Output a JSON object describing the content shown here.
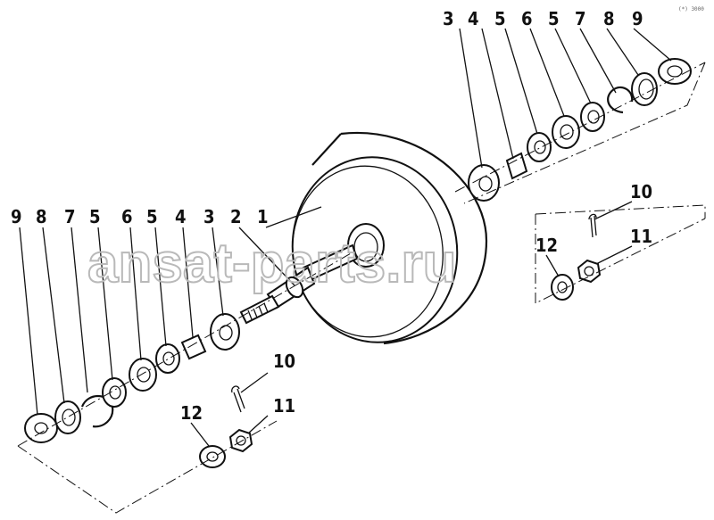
{
  "diagram": {
    "corner_mark": "(*) 3000",
    "watermark_text": "ansat-parts.ru",
    "callouts_right_top": [
      "3",
      "4",
      "5",
      "6",
      "5",
      "7",
      "8",
      "9"
    ],
    "callouts_left": [
      "9",
      "8",
      "7",
      "5",
      "6",
      "5",
      "4",
      "3",
      "2",
      "1"
    ],
    "callout_10_right": "10",
    "callout_11_right": "11",
    "callout_12_right": "12",
    "callout_10_left": "10",
    "callout_11_left": "11",
    "callout_12_left": "12"
  }
}
